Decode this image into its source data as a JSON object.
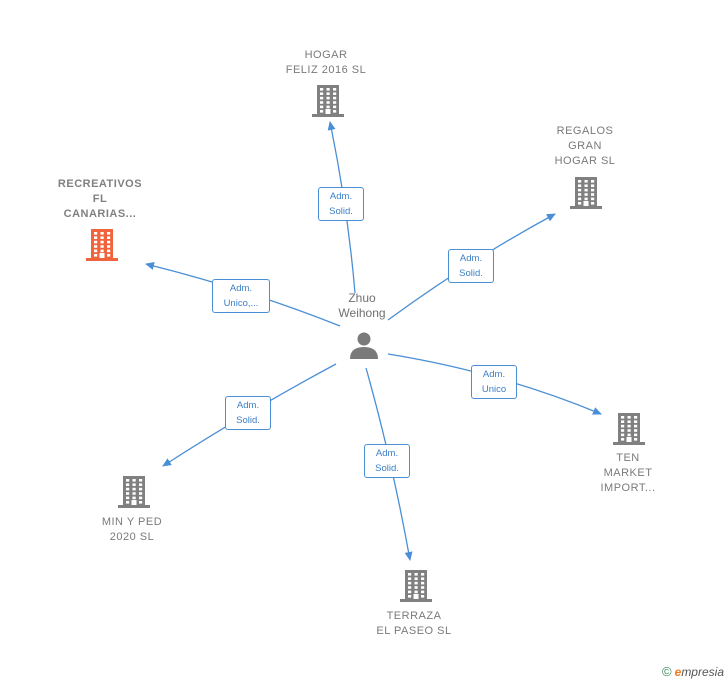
{
  "center": {
    "name_line1": "Zhuo",
    "name_line2": "Weihong",
    "icon": "person-icon"
  },
  "companies": [
    {
      "id": "hogar",
      "lines": [
        "HOGAR",
        "FELIZ 2016  SL"
      ],
      "color": "#808080",
      "icon": "building-icon"
    },
    {
      "id": "regalos",
      "lines": [
        "REGALOS",
        "GRAN",
        "HOGAR  SL"
      ],
      "color": "#808080",
      "icon": "building-icon"
    },
    {
      "id": "recreativos",
      "lines": [
        "RECREATIVOS",
        "FL",
        "CANARIAS..."
      ],
      "color": "#f0643c",
      "icon": "building-icon"
    },
    {
      "id": "ten",
      "lines": [
        "TEN",
        "MARKET",
        "IMPORT..."
      ],
      "color": "#808080",
      "icon": "building-icon"
    },
    {
      "id": "min",
      "lines": [
        "MIN Y PED",
        "2020  SL"
      ],
      "color": "#808080",
      "icon": "building-icon"
    },
    {
      "id": "terraza",
      "lines": [
        "TERRAZA",
        "EL PASEO  SL"
      ],
      "color": "#808080",
      "icon": "building-icon"
    }
  ],
  "relations": [
    {
      "to": "hogar",
      "role_line1": "Adm.",
      "role_line2": "Solid."
    },
    {
      "to": "regalos",
      "role_line1": "Adm.",
      "role_line2": "Solid."
    },
    {
      "to": "recreativos",
      "role_line1": "Adm.",
      "role_line2": "Unico,..."
    },
    {
      "to": "ten",
      "role_line1": "Adm.",
      "role_line2": "Unico"
    },
    {
      "to": "min",
      "role_line1": "Adm.",
      "role_line2": "Solid."
    },
    {
      "to": "terraza",
      "role_line1": "Adm.",
      "role_line2": "Solid."
    }
  ],
  "edge_color": "#4a8fd6",
  "footer": {
    "copyright": "©",
    "brand_initial": "e",
    "brand_rest": "mpresia"
  }
}
